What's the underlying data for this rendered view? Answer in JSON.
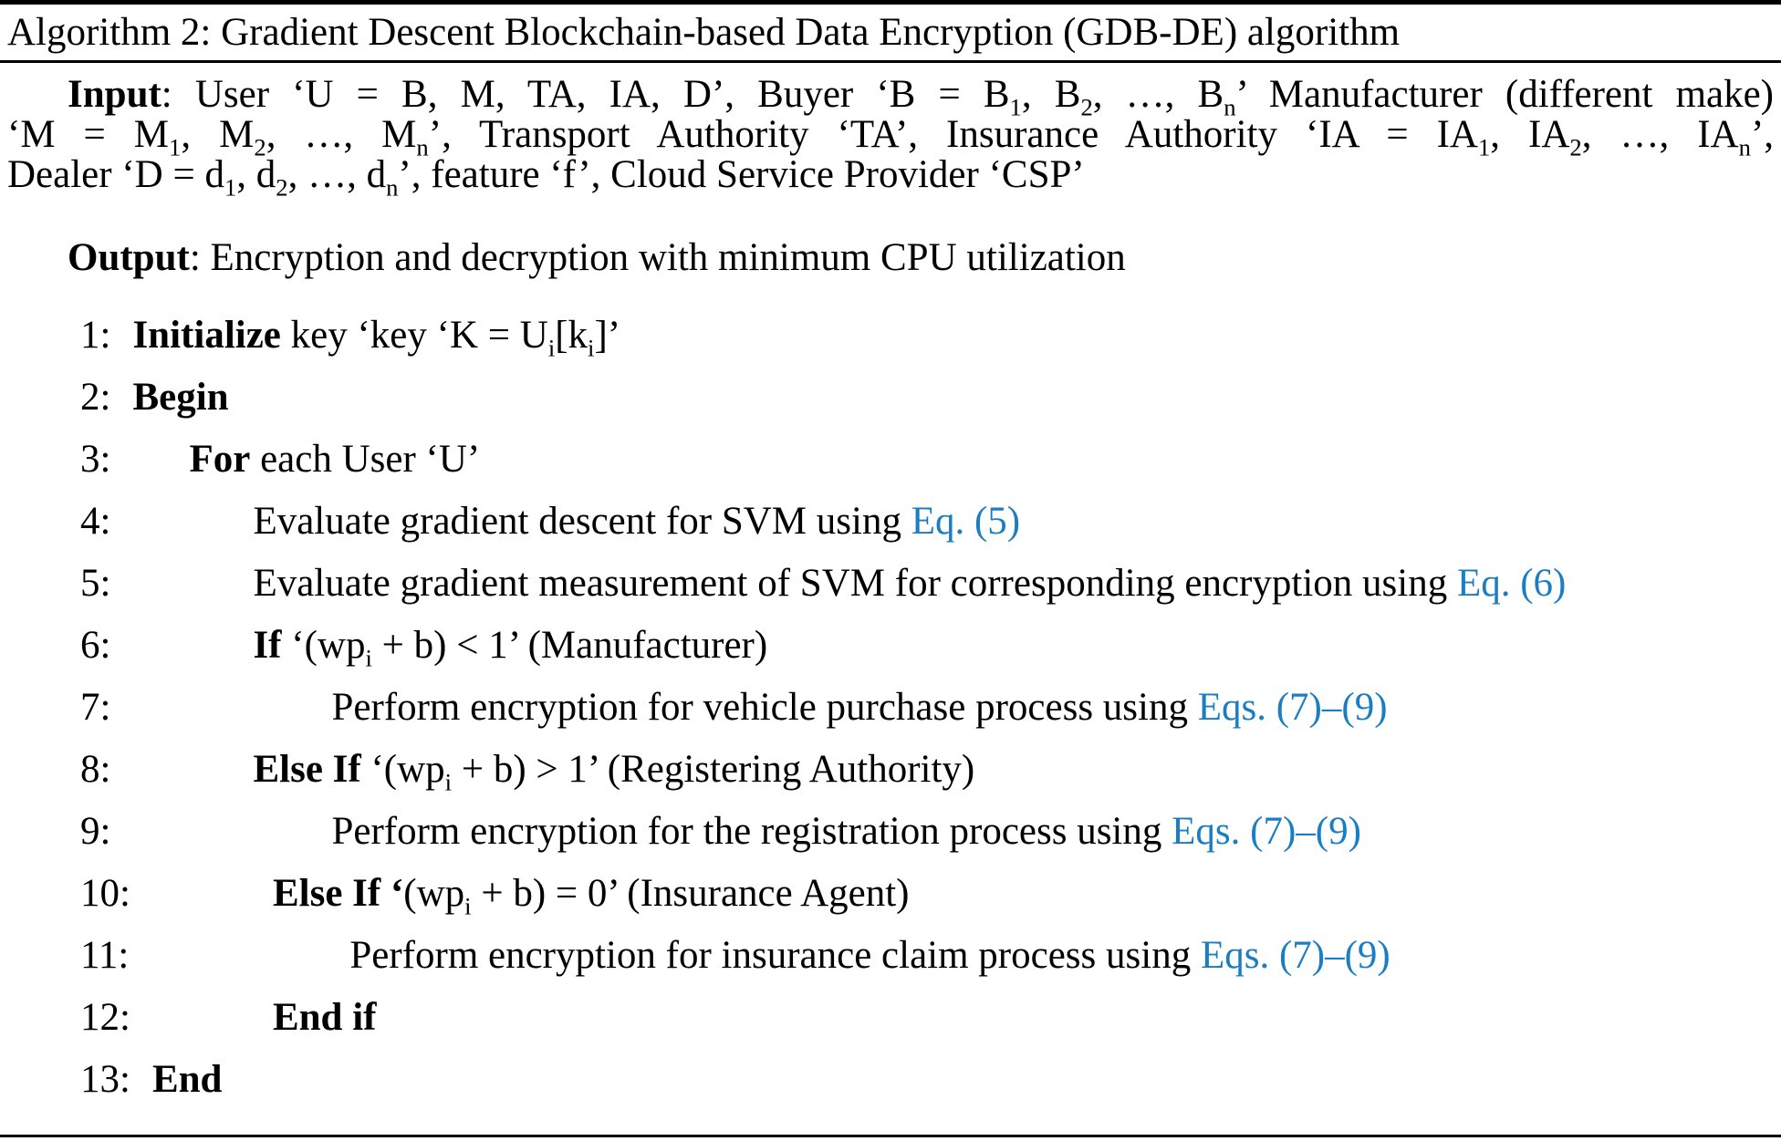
{
  "title": "Algorithm 2: Gradient Descent Blockchain-based Data Encryption (GDB-DE) algorithm",
  "colors": {
    "link_blue": "#1b7ec3",
    "text": "#000000",
    "background": "#ffffff"
  },
  "input": {
    "lines": [
      [
        {
          "text": "Input",
          "bold": true
        },
        {
          "text": ": User ‘U = B, M, TA, IA, D’, Buyer ‘B = B"
        },
        {
          "text": "1",
          "sub": true
        },
        {
          "text": ", B"
        },
        {
          "text": "2",
          "sub": true
        },
        {
          "text": ", …, B"
        },
        {
          "text": "n",
          "sub": true
        },
        {
          "text": "’ Manufacturer (different make)"
        }
      ],
      [
        {
          "text": "‘M = M"
        },
        {
          "text": "1",
          "sub": true
        },
        {
          "text": ", M"
        },
        {
          "text": "2",
          "sub": true
        },
        {
          "text": ", …, M"
        },
        {
          "text": "n",
          "sub": true
        },
        {
          "text": "’, Transport Authority ‘TA’, Insurance Authority ‘IA = IA"
        },
        {
          "text": "1",
          "sub": true
        },
        {
          "text": ", IA"
        },
        {
          "text": "2",
          "sub": true
        },
        {
          "text": ", …, IA"
        },
        {
          "text": "n",
          "sub": true
        },
        {
          "text": "’,"
        }
      ],
      [
        {
          "text": "Dealer ‘D = d"
        },
        {
          "text": "1",
          "sub": true
        },
        {
          "text": ", d"
        },
        {
          "text": "2",
          "sub": true
        },
        {
          "text": ", …, d"
        },
        {
          "text": "n",
          "sub": true
        },
        {
          "text": "’, feature ‘f’, Cloud Service Provider ‘CSP’"
        }
      ]
    ]
  },
  "output": {
    "segments": [
      {
        "text": "Output",
        "bold": true
      },
      {
        "text": ": Encryption and decryption with minimum CPU utilization"
      }
    ]
  },
  "steps": [
    {
      "num": "1:",
      "indent": 0,
      "segments": [
        {
          "text": "Initialize",
          "bold": true
        },
        {
          "text": " key ‘key ‘K = U"
        },
        {
          "text": "i",
          "sub": true
        },
        {
          "text": "[k"
        },
        {
          "text": "i",
          "sub": true
        },
        {
          "text": "]’"
        }
      ]
    },
    {
      "num": "2:",
      "indent": 0,
      "segments": [
        {
          "text": "Begin",
          "bold": true
        }
      ]
    },
    {
      "num": "3:",
      "indent": 1,
      "segments": [
        {
          "text": "For",
          "bold": true
        },
        {
          "text": " each User ‘U’"
        }
      ]
    },
    {
      "num": "4:",
      "indent": 2,
      "segments": [
        {
          "text": "Evaluate gradient descent for SVM using "
        },
        {
          "text": "Eq. (5)",
          "link": true
        }
      ]
    },
    {
      "num": "5:",
      "indent": 2,
      "segments": [
        {
          "text": "Evaluate gradient measurement of SVM for corresponding encryption using "
        },
        {
          "text": "Eq. (6)",
          "link": true
        }
      ]
    },
    {
      "num": "6:",
      "indent": 2,
      "segments": [
        {
          "text": "If",
          "bold": true
        },
        {
          "text": " ‘(wp"
        },
        {
          "text": "i",
          "sub": true
        },
        {
          "text": " + b)  <  1’ (Manufacturer)"
        }
      ]
    },
    {
      "num": "7:",
      "indent": 3,
      "segments": [
        {
          "text": "Perform encryption for vehicle purchase process using "
        },
        {
          "text": "Eqs. (7)–(9)",
          "link": true
        }
      ]
    },
    {
      "num": "8:",
      "indent": 2,
      "segments": [
        {
          "text": "Else If",
          "bold": true
        },
        {
          "text": " ‘(wp"
        },
        {
          "text": "i",
          "sub": true
        },
        {
          "text": " + b)  > 1’ (Registering Authority)"
        }
      ]
    },
    {
      "num": "9:",
      "indent": 3,
      "segments": [
        {
          "text": "Perform encryption for the registration process using "
        },
        {
          "text": "Eqs. (7)–(9)",
          "link": true
        }
      ]
    },
    {
      "num": "10:",
      "indent": 2,
      "segments": [
        {
          "text": "Else If ‘",
          "bold": true
        },
        {
          "text": "(wp"
        },
        {
          "text": "i",
          "sub": true
        },
        {
          "text": " + b) = 0’ (Insurance Agent)"
        }
      ]
    },
    {
      "num": "11:",
      "indent": 3,
      "segments": [
        {
          "text": "Perform encryption for insurance claim process using "
        },
        {
          "text": "Eqs. (7)–(9)",
          "link": true
        }
      ]
    },
    {
      "num": "12:",
      "indent": 2,
      "segments": [
        {
          "text": "End if",
          "bold": true
        }
      ]
    },
    {
      "num": "13:",
      "indent": 0,
      "segments": [
        {
          "text": "End",
          "bold": true
        }
      ]
    }
  ]
}
